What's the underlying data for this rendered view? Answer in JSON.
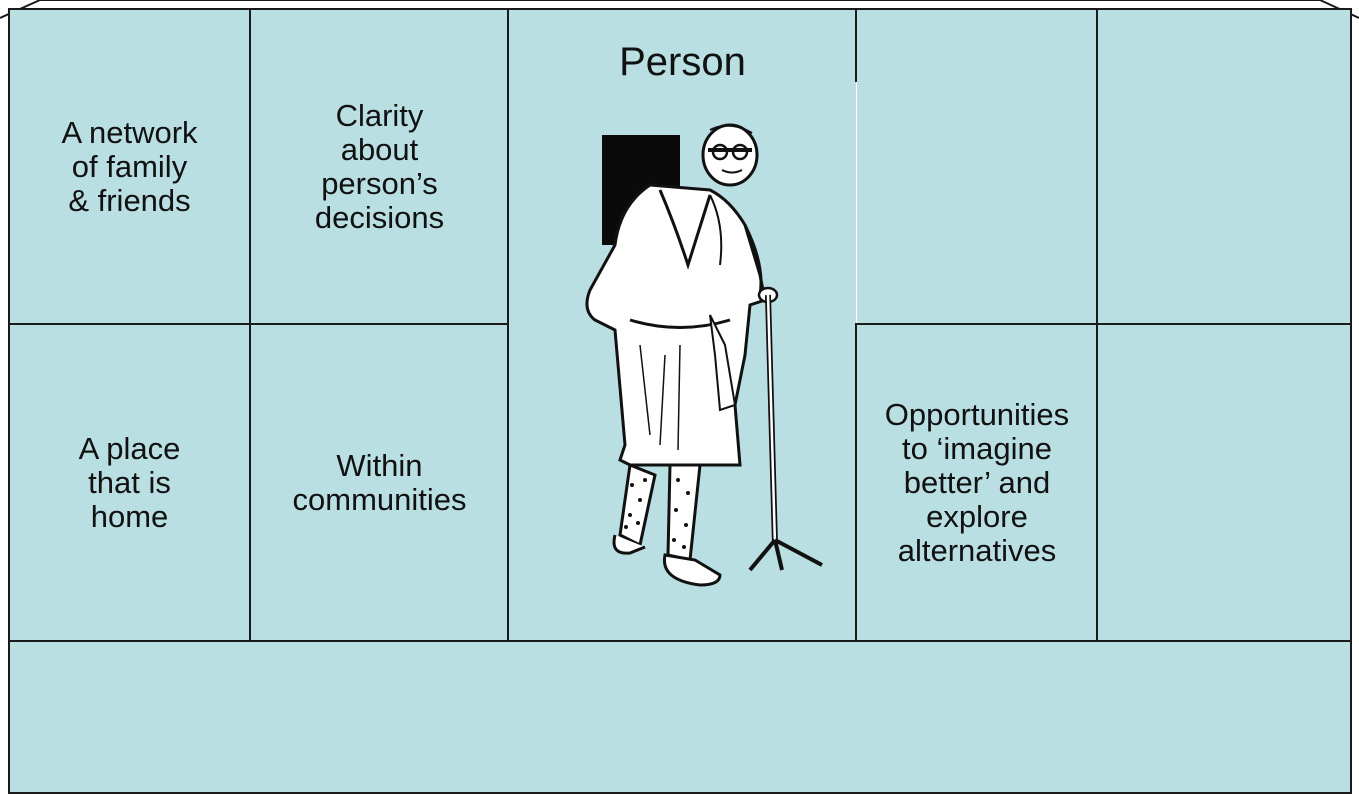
{
  "diagram": {
    "center": {
      "title": "Person",
      "figure": "elderly-man-with-cane-illustration"
    },
    "cells": {
      "network": "A network\nof family\n& friends",
      "clarity": "Clarity\nabout\nperson’s\ndecisions",
      "place": "A place\nthat is\nhome",
      "communities": "Within\ncommunities",
      "opportunities": "Opportunities\nto ‘imagine\nbetter’ and\nexplore\nalternatives",
      "top_right_a": "",
      "top_right_b": "",
      "bottom_right_b": "",
      "footer": ""
    },
    "colors": {
      "fill": "#b9dfe3",
      "stroke": "#1a1a1a"
    }
  }
}
